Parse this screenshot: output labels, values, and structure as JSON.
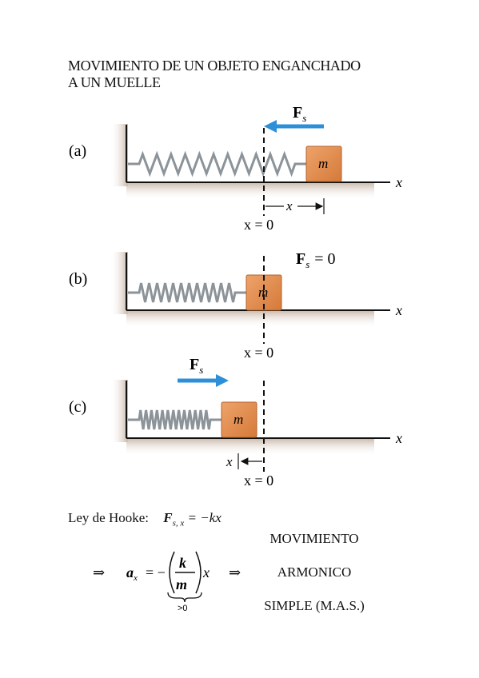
{
  "title": {
    "line1": "MOVIMIENTO DE UN OBJETO ENGANCHADO",
    "line2": "A UN MUELLE"
  },
  "panels": [
    {
      "label": "(a)",
      "mass": "m",
      "axis": "x",
      "origin": "x = 0",
      "force": "F",
      "force_sub": "s",
      "disp": "x"
    },
    {
      "label": "(b)",
      "mass": "m",
      "axis": "x",
      "origin": "x = 0",
      "force": "F",
      "force_sub": "s",
      "force_text": "= 0"
    },
    {
      "label": "(c)",
      "mass": "m",
      "axis": "x",
      "origin": "x = 0",
      "force": "F",
      "force_sub": "s",
      "disp": "x"
    }
  ],
  "hooke": {
    "label": "Ley de Hooke:",
    "lhs": "F",
    "lhs_sub": "s, x",
    "rhs": "= −kx"
  },
  "accel": {
    "implies": "⇒",
    "a": "a",
    "a_sub": "x",
    "eq": "= −",
    "k": "k",
    "m": "m",
    "x": "x",
    "gt0": ">0"
  },
  "mas": {
    "line1": "MOVIMIENTO",
    "line2": "ARMONICO",
    "line3": "SIMPLE (M.A.S.)"
  },
  "colors": {
    "block": "#e0894a",
    "block_edge": "#b4622a",
    "arrow": "#2e8fd9",
    "wall": "#c9b5a6",
    "spring": "#8c9399"
  }
}
